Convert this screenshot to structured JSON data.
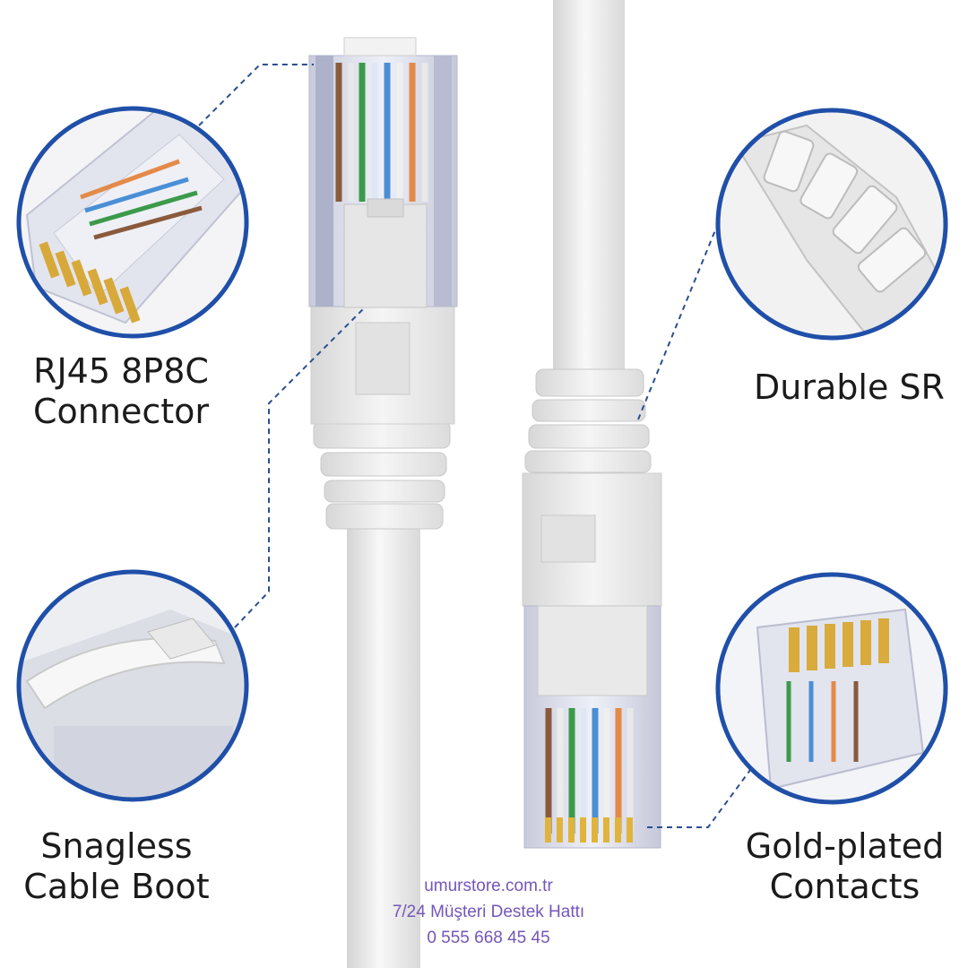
{
  "callouts": {
    "rj45": {
      "line1": "RJ45 8P8C",
      "line2": "Connector"
    },
    "snagless": {
      "line1": "Snagless",
      "line2": "Cable Boot"
    },
    "durable": {
      "line1": "Durable SR"
    },
    "gold": {
      "line1": "Gold-plated",
      "line2": "Contacts"
    }
  },
  "watermark": {
    "site": "umurstore.com.tr",
    "hotline": "7/24 Müşteri Destek Hattı",
    "phone": "0 555 668 45 45"
  },
  "colors": {
    "circle_border": "#1f4fa8",
    "leader_line": "#2a4f8f",
    "cable": "#efefef",
    "text": "#1b1b1b",
    "watermark": "#7456b9"
  }
}
